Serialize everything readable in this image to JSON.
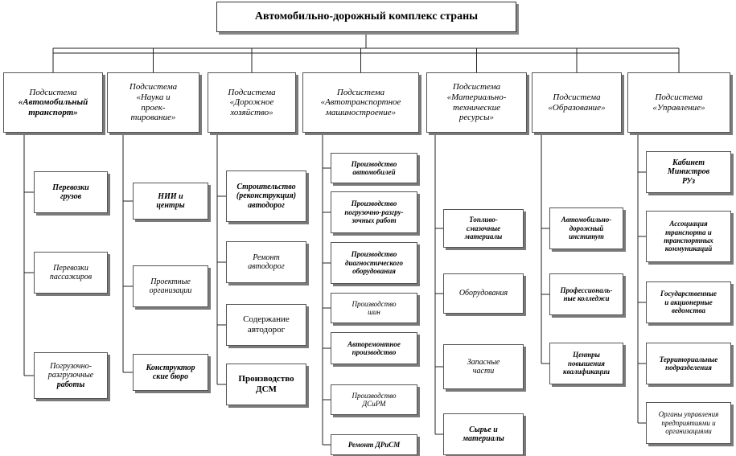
{
  "title": "Автомобильно-дорожный  комплекс страны",
  "subsystems": [
    {
      "line1": "Подсистема",
      "line2": "«Автомобильный\nтранспорт»",
      "bold": true,
      "children": [
        "Перевозки\nгрузов",
        "Перевозки\nпассажиров",
        "Погрузочно-\nразгрузочные\nработы"
      ]
    },
    {
      "line1": "Подсистема",
      "line2": "«Наука и\nпроек-\nтирование»",
      "bold": false,
      "children": [
        "НИИ  и\nцентры",
        "Проектные\nорганизации",
        "Конструктор\nские  бюро"
      ]
    },
    {
      "line1": "Подсистема",
      "line2": "«Дорожное\nхозяйство»",
      "bold": false,
      "children": [
        "Строительство\n(реконструкция)\nавтодорог",
        "Ремонт\nавтодорог",
        "Содержание\nавтодорог",
        "Производство\nДСМ"
      ]
    },
    {
      "line1": "Подсистема",
      "line2": "«Автотранспортное\nмашиностроение»",
      "bold": false,
      "children": [
        "Производство\nавтомобилей",
        "Производство\nпогрузочно-разгру-\nзочных работ",
        "Производство\nдиагностического\nоборудования",
        "Производство\nшин",
        "Авторемонтное\nпроизводство",
        "Производство\nДСиРМ",
        "Ремонт ДРиСМ"
      ]
    },
    {
      "line1": "Подсистема",
      "line2": "«Материально-\nтехнические\nресурсы»",
      "bold": false,
      "children": [
        "Топливо-\nсмазочные\nматериалы",
        "Оборудования",
        "Запасные\nчасти",
        "Сырье и\nматериалы"
      ]
    },
    {
      "line1": "Подсистема",
      "line2": "«Образование»",
      "bold": false,
      "children": [
        "Автомобильно-\nдорожный\nинститут",
        "Профессиональ-\nные колледжи",
        "Центры\nповышения\nквалификации"
      ]
    },
    {
      "line1": "Подсистема",
      "line2": "«Управление»",
      "bold": false,
      "children": [
        "Кабинет\nМинистров\nРУз",
        "Ассоциация\nтранспорта и\nтранспортных\nкоммуникаций",
        "Государственные\nи  акционерные\nведомства",
        "Территориальные\nподразделения",
        "Органы управления\nпредприятиями и\nорганизациями"
      ]
    }
  ]
}
